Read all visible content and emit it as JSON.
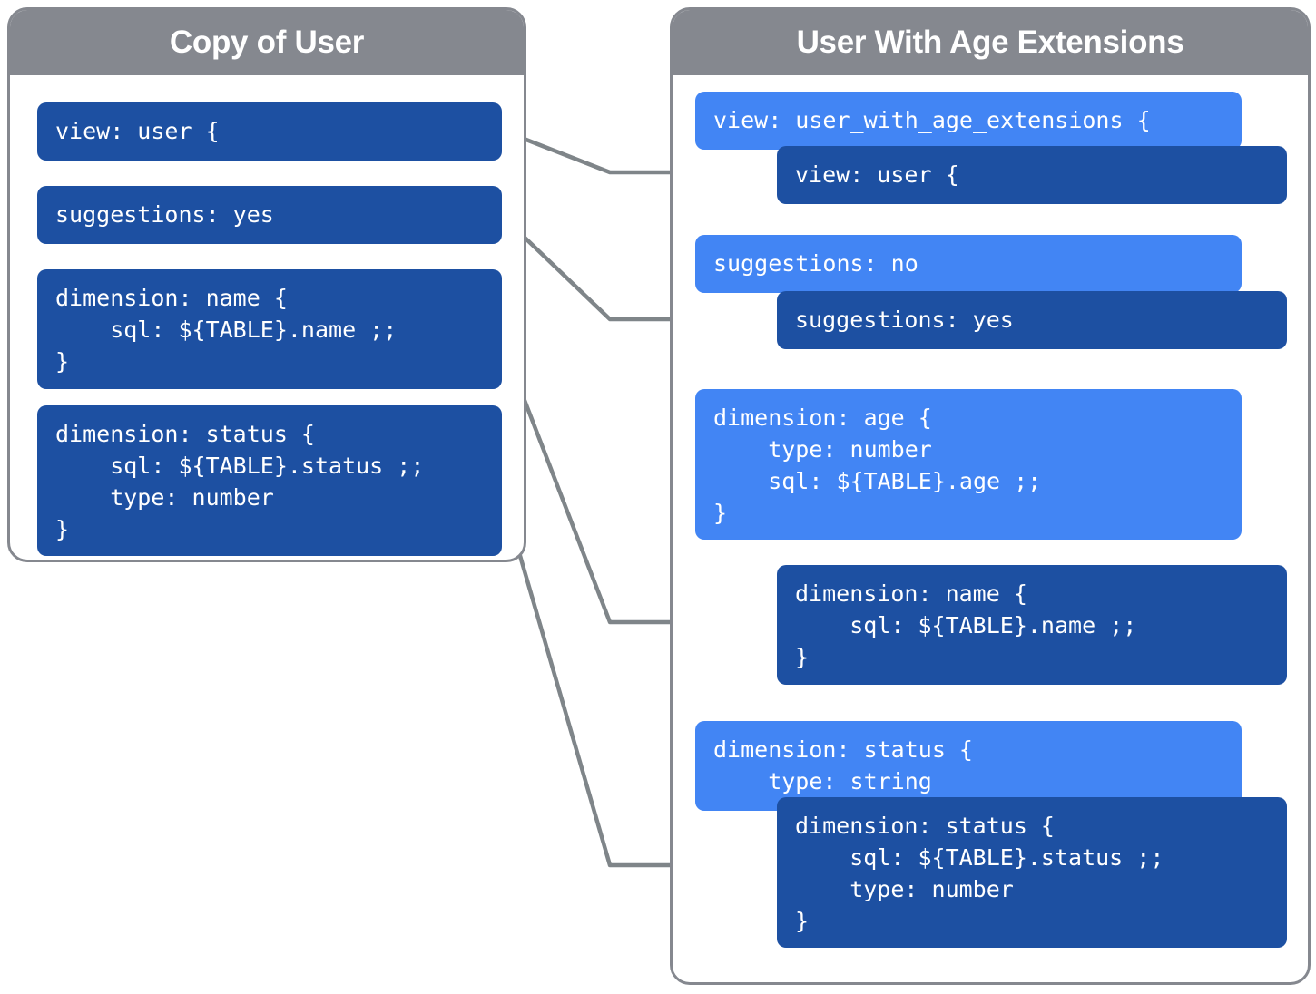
{
  "colors": {
    "header_gray": "#85888f",
    "dark_blue": "#1d50a2",
    "light_blue": "#4285f4",
    "connector_gray": "#7f8589",
    "panel_border": "#85888f",
    "text_white": "#ffffff"
  },
  "left_panel": {
    "title": "Copy of User",
    "blocks": [
      {
        "name": "view-user",
        "text": "view: user {"
      },
      {
        "name": "suggestions-yes",
        "text": "suggestions: yes"
      },
      {
        "name": "dimension-name",
        "text": "dimension: name {\n    sql: ${TABLE}.name ;;\n}"
      },
      {
        "name": "dimension-status",
        "text": "dimension: status {\n    sql: ${TABLE}.status ;;\n    type: number\n}"
      }
    ]
  },
  "right_panel": {
    "title": "User With Age Extensions",
    "blocks": [
      {
        "name": "view-user-with-age-extensions",
        "shade": "light",
        "text": "view: user_with_age_extensions {"
      },
      {
        "name": "view-user",
        "shade": "dark",
        "text": "view: user {"
      },
      {
        "name": "suggestions-no",
        "shade": "light",
        "text": "suggestions: no"
      },
      {
        "name": "suggestions-yes",
        "shade": "dark",
        "text": "suggestions: yes"
      },
      {
        "name": "dimension-age",
        "shade": "light",
        "text": "dimension: age {\n    type: number\n    sql: ${TABLE}.age ;;\n}"
      },
      {
        "name": "dimension-name",
        "shade": "dark",
        "text": "dimension: name {\n    sql: ${TABLE}.name ;;\n}"
      },
      {
        "name": "dimension-status",
        "shade": "light",
        "text": "dimension: status {\n    type: string"
      },
      {
        "name": "dimension-status-inherited",
        "shade": "dark",
        "text": "dimension: status {\n    sql: ${TABLE}.status ;;\n    type: number\n}"
      }
    ]
  },
  "connectors": [
    {
      "name": "view-user-connector",
      "from": "left.view-user",
      "to": "right.view-user"
    },
    {
      "name": "suggestions-connector",
      "from": "left.suggestions-yes",
      "to": "right.suggestions-yes"
    },
    {
      "name": "dimension-name-connector",
      "from": "left.dimension-name",
      "to": "right.dimension-name"
    },
    {
      "name": "dimension-status-connector",
      "from": "left.dimension-status",
      "to": "right.dimension-status-inherited"
    }
  ]
}
